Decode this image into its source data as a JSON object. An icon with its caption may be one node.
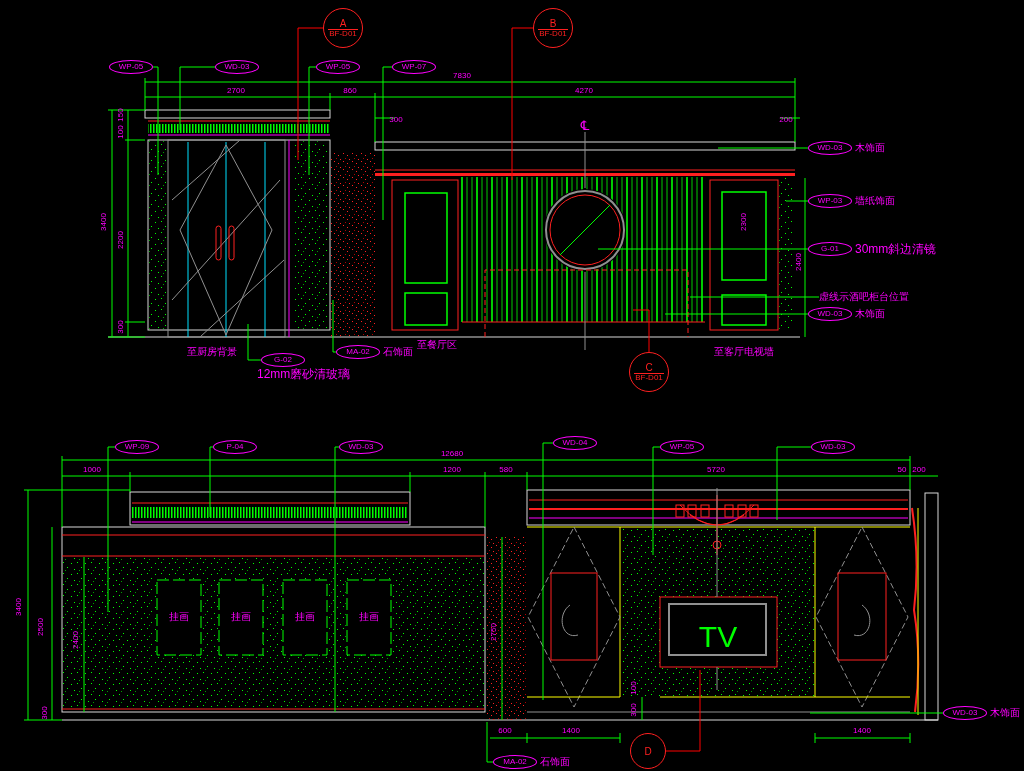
{
  "diagram": {
    "nodes": [
      {
        "text": [
          "A",
          "BF-D01"
        ]
      },
      {
        "text": [
          "B",
          "BF-D01"
        ]
      },
      {
        "text": [
          "WP-05"
        ]
      },
      {
        "text": [
          "WD-03"
        ]
      },
      {
        "text": [
          "WP-05"
        ]
      },
      {
        "text": [
          "WP-07"
        ]
      },
      {
        "text": [
          "WD-03"
        ],
        "beside": [
          "木饰面"
        ]
      },
      {
        "text": [
          "WP-03"
        ],
        "beside": [
          "墙纸饰面"
        ]
      },
      {
        "text": [
          "G-01"
        ],
        "beside": [
          "30mm斜边清镜"
        ]
      },
      {
        "text": [
          "虚线示酒吧柜台位置"
        ]
      },
      {
        "text": [
          "WD-03"
        ],
        "beside": [
          "木饰面"
        ]
      },
      {
        "text": [
          "G-02"
        ],
        "beside": [
          "12mm磨砂清玻璃"
        ]
      },
      {
        "text": [
          "MA-02"
        ],
        "beside": [
          "石饰面"
        ]
      },
      {
        "text": [
          "C",
          "BF-D01"
        ]
      },
      {
        "text": [
          "WP-09"
        ]
      },
      {
        "text": [
          "P-04"
        ]
      },
      {
        "text": [
          "WD-03"
        ]
      },
      {
        "text": [
          "WD-04"
        ]
      },
      {
        "text": [
          "WP-05"
        ]
      },
      {
        "text": [
          "WD-03"
        ]
      },
      {
        "text": [
          "WD-03"
        ],
        "beside": [
          "木饰面"
        ]
      },
      {
        "text": [
          "MA-02"
        ],
        "beside": [
          "石饰面"
        ]
      },
      {
        "text": [
          "D"
        ]
      }
    ],
    "edges": [
      {
        "from": 0,
        "to": null,
        "arrow": "none",
        "color": "#ff0000"
      },
      {
        "from": 1,
        "to": null,
        "arrow": "none",
        "color": "#ff0000"
      },
      {
        "from": 2,
        "to": null,
        "arrow": "none"
      },
      {
        "from": 3,
        "to": null,
        "arrow": "none"
      },
      {
        "from": 4,
        "to": null,
        "arrow": "none"
      },
      {
        "from": 5,
        "to": null,
        "arrow": "none"
      },
      {
        "from": 6,
        "to": null,
        "arrow": "none"
      },
      {
        "from": 7,
        "to": null,
        "arrow": "none"
      },
      {
        "from": 8,
        "to": null,
        "arrow": "none"
      },
      {
        "from": 9,
        "to": null,
        "arrow": "none"
      },
      {
        "from": 10,
        "to": null,
        "arrow": "none"
      },
      {
        "from": 11,
        "to": null,
        "arrow": "none"
      },
      {
        "from": 12,
        "to": null,
        "arrow": "none"
      },
      {
        "from": 13,
        "to": null,
        "arrow": "none",
        "color": "#ff0000"
      },
      {
        "from": 14,
        "to": null,
        "arrow": "none"
      },
      {
        "from": 15,
        "to": null,
        "arrow": "none"
      },
      {
        "from": 16,
        "to": null,
        "arrow": "none"
      },
      {
        "from": 17,
        "to": null,
        "arrow": "none"
      },
      {
        "from": 18,
        "to": null,
        "arrow": "none"
      },
      {
        "from": 19,
        "to": null,
        "arrow": "none"
      },
      {
        "from": 20,
        "to": null,
        "arrow": "none"
      },
      {
        "from": 21,
        "to": null,
        "arrow": "none"
      },
      {
        "from": 22,
        "to": null,
        "arrow": "none",
        "color": "#ff0000"
      }
    ],
    "labels": [
      "7830",
      "2700",
      "860",
      "4270",
      "300",
      "200",
      "150",
      "100",
      "3400",
      "2200",
      "300",
      "℄",
      "2300",
      "2400",
      "至厨房背景",
      "至餐厅区",
      "至客厅电视墙",
      "12680",
      "1000",
      "1200",
      "580",
      "5720",
      "50",
      "200",
      "3400",
      "2500",
      "2400",
      "300",
      "挂画",
      "挂画",
      "挂画",
      "挂画",
      "2750",
      "TV",
      "100",
      "300",
      "600",
      "1400",
      "1400"
    ]
  }
}
